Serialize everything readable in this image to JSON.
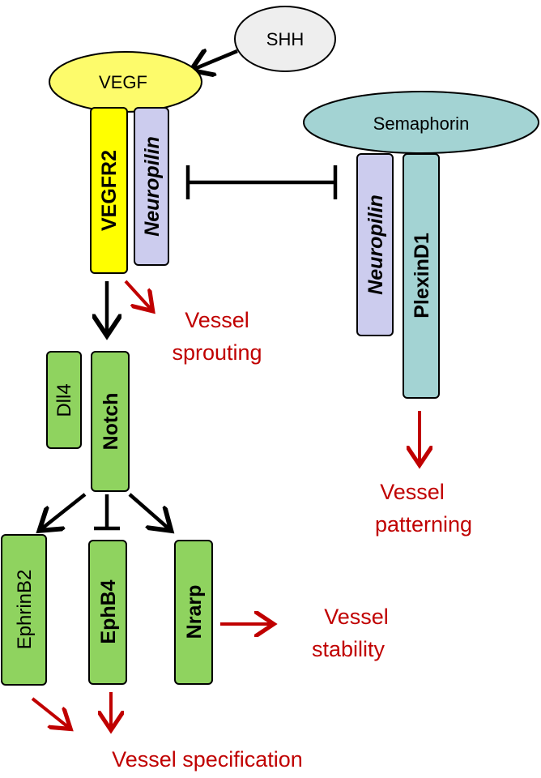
{
  "colors": {
    "stroke": "#000000",
    "outcome_red": "#c00000",
    "shh_fill": "#eeeeee",
    "vegf_fill": "#fdfb6b",
    "vegfr2_fill": "#ffff00",
    "neuropilin_fill": "#ccccee",
    "semaphorin_fill": "#a3d3d3",
    "plexin_fill": "#a3d3d3",
    "notch_pathway_fill": "#8fd35f"
  },
  "nodes": {
    "shh": "SHH",
    "vegf": "VEGF",
    "vegfr2": "VEGFR2",
    "neuropilin_left": "Neuropilin",
    "semaphorin": "Semaphorin",
    "neuropilin_right": "Neuropilin",
    "plexind1": "PlexinD1",
    "dll4": "Dll4",
    "notch": "Notch",
    "ephrinb2": "EphrinB2",
    "ephb4": "EphB4",
    "nrarp": "Nrarp"
  },
  "outcomes": {
    "sprouting_line1": "Vessel",
    "sprouting_line2": "sprouting",
    "patterning_line1": "Vessel",
    "patterning_line2": "patterning",
    "stability_line1": "Vessel",
    "stability_line2": "stability",
    "specification": "Vessel specification"
  }
}
